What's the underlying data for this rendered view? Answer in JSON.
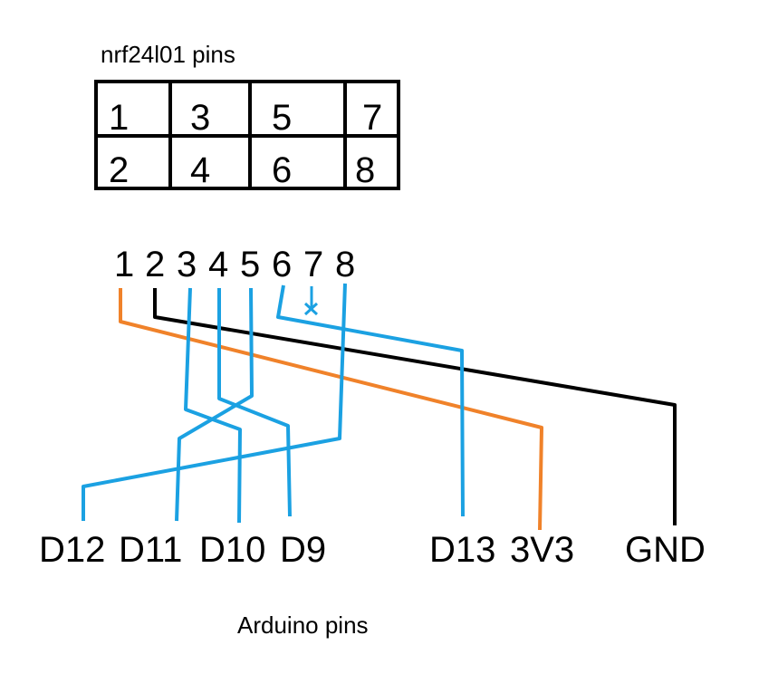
{
  "header": {
    "title": "nrf24l01 pins"
  },
  "footer": {
    "title": "Arduino pins"
  },
  "pin_table": {
    "rows": [
      [
        "1",
        "3",
        "5",
        "7"
      ],
      [
        "2",
        "4",
        "6",
        "8"
      ]
    ]
  },
  "wiring": {
    "pin_labels": [
      "1",
      "2",
      "3",
      "4",
      "5",
      "6",
      "7",
      "8"
    ],
    "arduino_labels": [
      "D12",
      "D11",
      "D10",
      "D9",
      "D13",
      "3V3",
      "GND"
    ],
    "colors": {
      "blue": "#1ba1e2",
      "orange": "#f0822a",
      "black": "#000000"
    },
    "connections": [
      {
        "pin": "1",
        "arduino": "3V3",
        "color": "orange"
      },
      {
        "pin": "2",
        "arduino": "GND",
        "color": "black"
      },
      {
        "pin": "3",
        "arduino": "D10",
        "color": "blue"
      },
      {
        "pin": "4",
        "arduino": "D9",
        "color": "blue"
      },
      {
        "pin": "5",
        "arduino": "D11",
        "color": "blue"
      },
      {
        "pin": "6",
        "arduino": "D13",
        "color": "blue"
      },
      {
        "pin": "7",
        "arduino": "",
        "color": "blue",
        "note": "not connected"
      },
      {
        "pin": "8",
        "arduino": "D12",
        "color": "blue"
      }
    ]
  }
}
